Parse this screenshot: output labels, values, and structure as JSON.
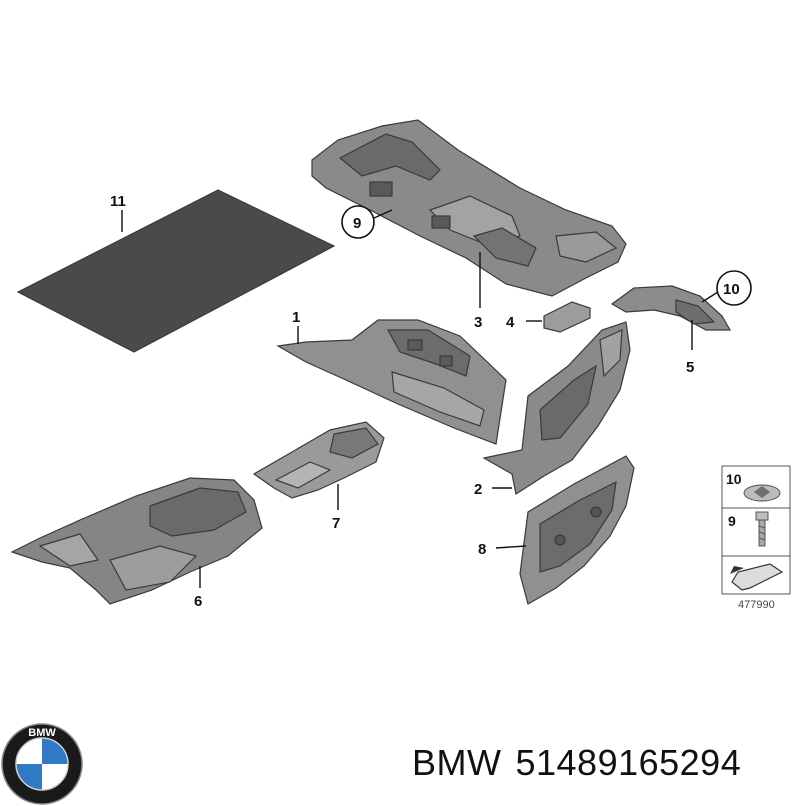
{
  "callouts": {
    "c1": "1",
    "c2": "2",
    "c3": "3",
    "c4": "4",
    "c5": "5",
    "c6": "6",
    "c7": "7",
    "c8": "8",
    "c9": "9",
    "c10": "10",
    "c11": "11"
  },
  "legend": {
    "row1_label": "10",
    "row2_label": "9",
    "reference_number": "477990"
  },
  "caption": {
    "brand": "BMW",
    "part_number": "51489165294"
  },
  "logo": {
    "text": "BMW",
    "colors": {
      "ring": "#1a1a1a",
      "blue": "#2f79c5",
      "white": "#ffffff"
    }
  },
  "colors": {
    "part_fill": "#8e8e8e",
    "part_dark": "#5e5e5e",
    "mat_fill": "#4a4a48"
  }
}
